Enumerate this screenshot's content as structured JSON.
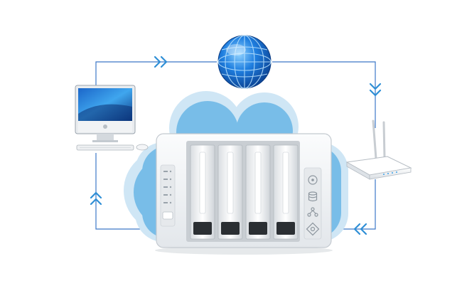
{
  "colors": {
    "flow_line": "#3c78c8",
    "flow_arrow": "#2f8fd6",
    "cloud_outer": "#cfe6f5",
    "cloud_inner": "#78bde8",
    "nas_body": "#f4f6f8",
    "globe": "#1a6fd1"
  },
  "nodes": [
    {
      "id": "internet",
      "icon": "globe-icon"
    },
    {
      "id": "computer",
      "icon": "desktop-computer-icon"
    },
    {
      "id": "router",
      "icon": "wifi-router-icon"
    },
    {
      "id": "nas",
      "icon": "nas-storage-icon",
      "drive_bays": 4
    }
  ],
  "connections": [
    {
      "from": "computer",
      "to": "internet",
      "direction": "right"
    },
    {
      "from": "internet",
      "to": "router",
      "direction": "down"
    },
    {
      "from": "router",
      "to": "nas",
      "direction": "left"
    },
    {
      "from": "nas",
      "to": "computer",
      "direction": "up"
    }
  ],
  "nas": {
    "status_led_count": 5,
    "side_icons": [
      "disk-icon",
      "database-icon",
      "network-icon",
      "gear-icon"
    ]
  }
}
